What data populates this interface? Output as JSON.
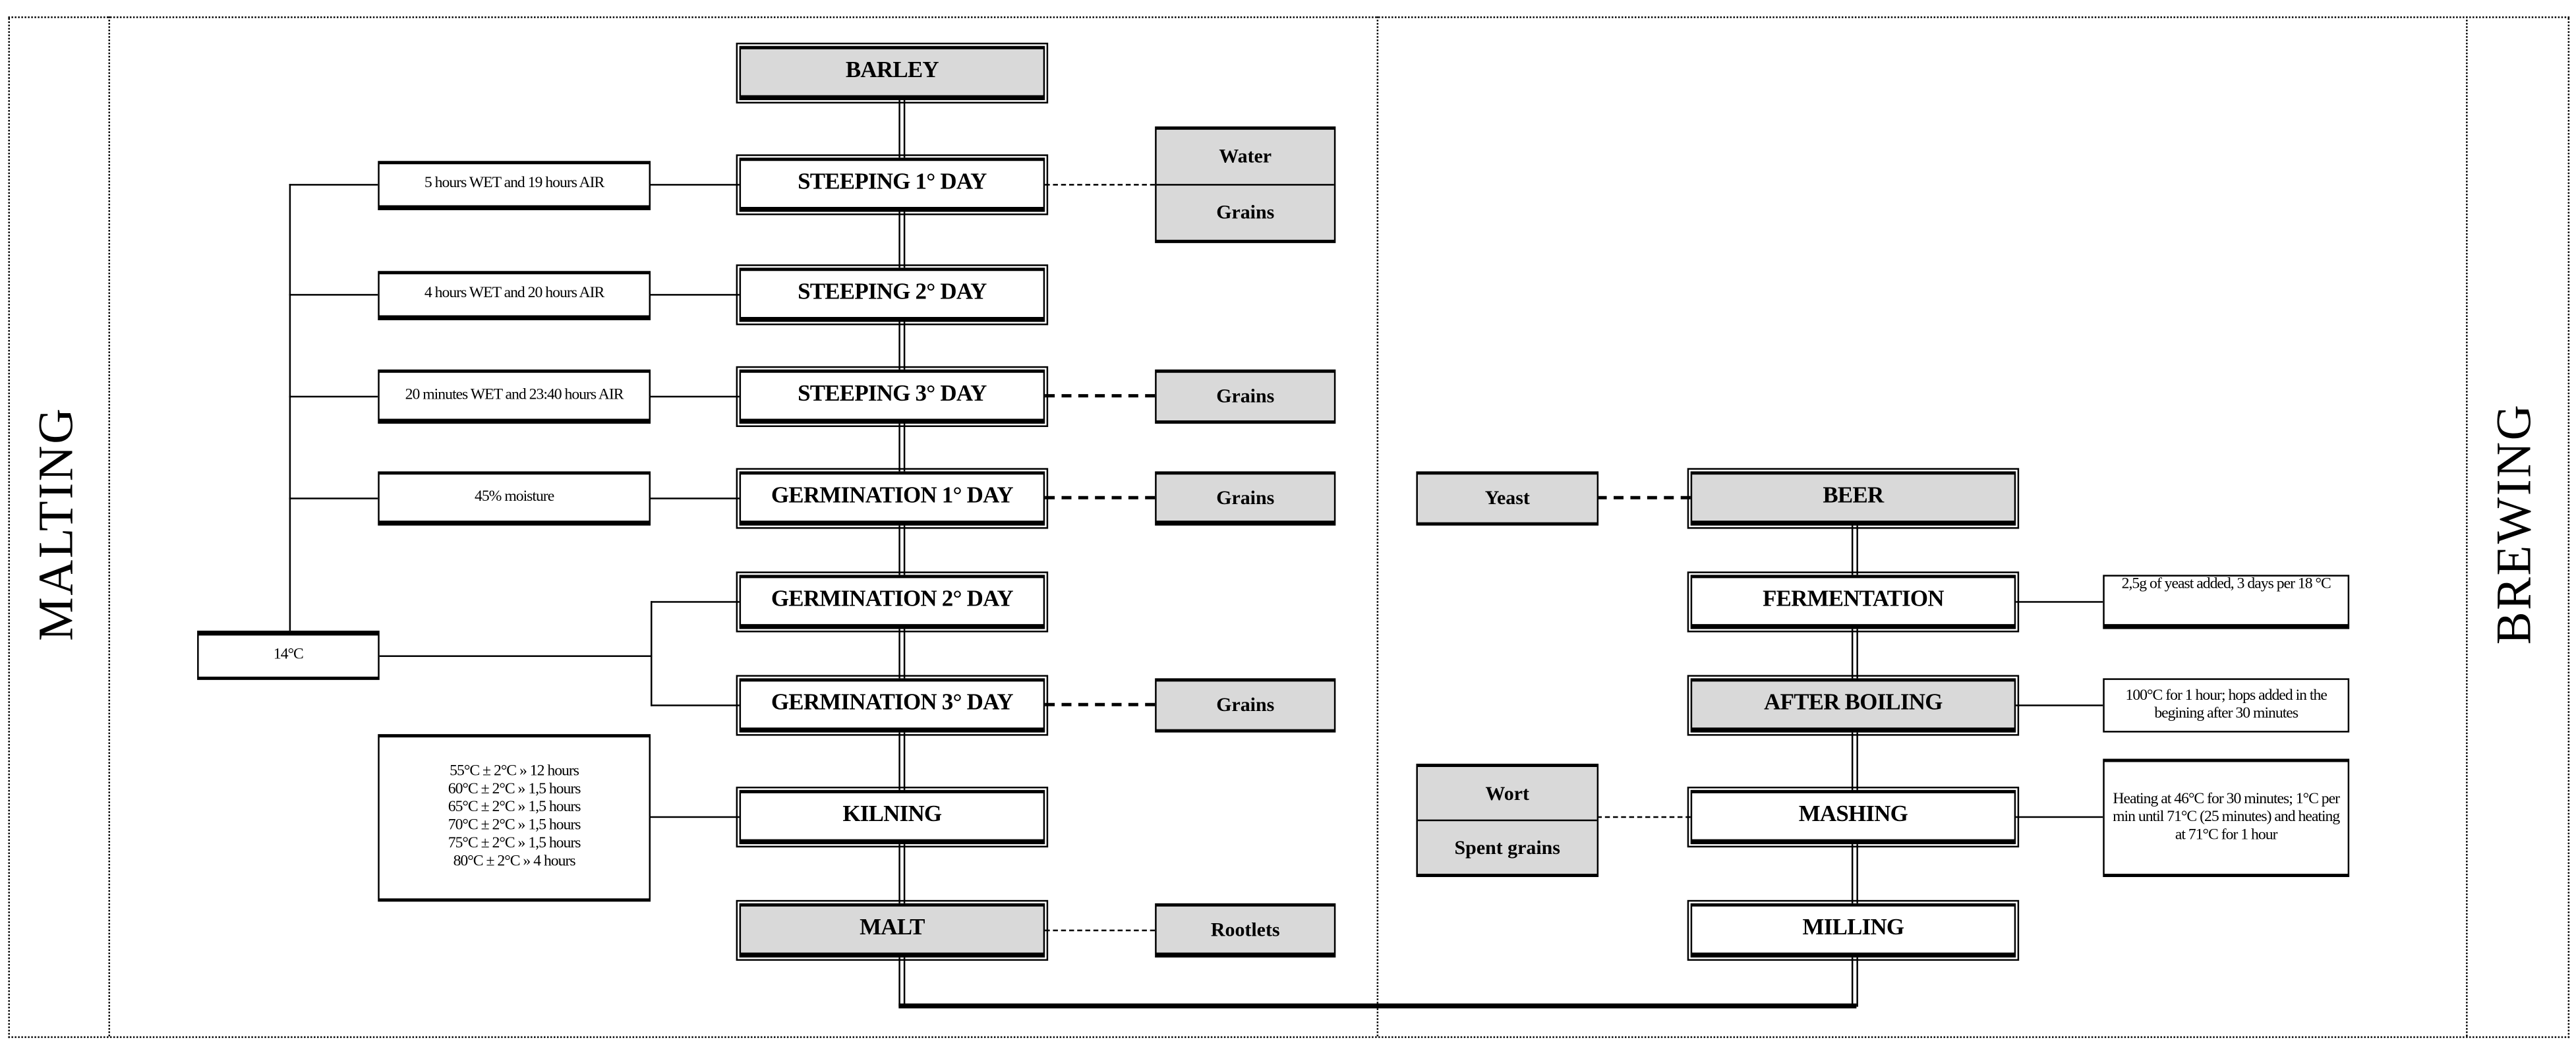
{
  "sections": {
    "malting": "MALTING",
    "brewing": "BREWING"
  },
  "malting": {
    "steps": [
      "BARLEY",
      "STEEPING 1° DAY",
      "STEEPING 2° DAY",
      "STEEPING 3° DAY",
      "GERMINATION 1° DAY",
      "GERMINATION 2° DAY",
      "GERMINATION 3° DAY",
      "KILNING",
      "MALT"
    ],
    "conditions": [
      "5 hours WET and 19 hours AIR",
      "4 hours WET and 20 hours AIR",
      "20 minutes WET and 23:40 hours AIR",
      "45% moisture"
    ],
    "temperature": "14°C",
    "kilning": [
      "55°C ± 2°C » 12 hours",
      "60°C ± 2°C » 1,5 hours",
      "65°C ± 2°C » 1,5 hours",
      "70°C ± 2°C » 1,5 hours",
      "75°C ± 2°C » 1,5 hours",
      "80°C ± 2°C » 4 hours"
    ],
    "byproducts": {
      "water": "Water",
      "grains": "Grains",
      "rootlets": "Rootlets"
    }
  },
  "brewing": {
    "steps": [
      "BEER",
      "FERMENTATION",
      "AFTER BOILING",
      "MASHING",
      "MILLING"
    ],
    "inputs": {
      "yeast": "Yeast",
      "wort": "Wort",
      "spent_grains": "Spent grains"
    },
    "conditions": [
      "2,5g of yeast added, 3 days per 18 °C",
      "100°C for 1 hour; hops added in the begining after 30 minutes",
      "Heating at 46°C for 30 minutes; 1°C per min until 71°C (25 minutes) and heating at 71°C for 1 hour"
    ]
  }
}
